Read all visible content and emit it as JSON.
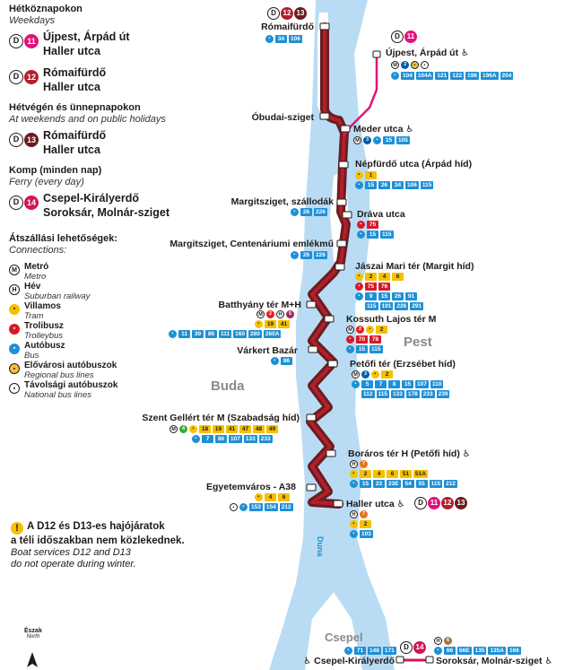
{
  "legend": {
    "weekdays_hu": "Hétköznapokon",
    "weekdays_en": "Weekdays",
    "weekend_hu": "Hétvégén és ünnepnapokon",
    "weekend_en": "At weekends and on public holidays",
    "ferry_hu": "Komp (minden nap)",
    "ferry_en": "Ferry (every day)",
    "d_letter": "D",
    "s11_num": "11",
    "s11_l1": "Újpest, Árpád út",
    "s11_l2": "Haller utca",
    "s12_num": "12",
    "s12_l1": "Rómaifürdő",
    "s12_l2": "Haller utca",
    "s13_num": "13",
    "s13_l1": "Rómaifürdő",
    "s13_l2": "Haller utca",
    "s14_num": "14",
    "s14_l1": "Csepel-Királyerdő",
    "s14_l2": "Soroksár, Molnár-sziget",
    "conn_hu": "Átszállási lehetőségek:",
    "conn_en": "Connections:",
    "metro_hu": "Metró",
    "metro_en": "Metro",
    "metro_icon": "M",
    "hev_hu": "Hév",
    "hev_en": "Suburban railway",
    "hev_icon": "H",
    "tram_hu": "Villamos",
    "tram_en": "Tram",
    "troll_hu": "Trolibusz",
    "troll_en": "Trolleybus",
    "bus_hu": "Autóbusz",
    "bus_en": "Bus",
    "reg_hu": "Elővárosi autóbuszok",
    "reg_en": "Regional bus lines",
    "nat_hu": "Távolsági autóbuszok",
    "nat_en": "National bus lines"
  },
  "note": {
    "icon": "!",
    "l1": "A D12 és D13-es hajójáratok",
    "l2": "a téli időszakban nem közlekednek.",
    "e1": "Boat services D12 and D13",
    "e2": "do not operate during winter."
  },
  "areas": {
    "buda": "Buda",
    "pest": "Pest",
    "csepel": "Csepel",
    "duna": "Duna"
  },
  "north": {
    "hu": "Észak",
    "en": "North"
  },
  "accessible": "♿",
  "stops": {
    "romaifurdo": {
      "name": "Rómaifürdő",
      "bus": [
        "34",
        "106"
      ]
    },
    "ujpest": {
      "name": "Újpest, Árpád út",
      "bus": [
        "104",
        "104A",
        "121",
        "122",
        "196",
        "196A",
        "204"
      ]
    },
    "obudai": {
      "name": "Óbudai-sziget"
    },
    "meder": {
      "name": "Meder utca",
      "bus": [
        "15",
        "105"
      ]
    },
    "nepfurdo": {
      "name": "Népfürdő utca (Árpád híd)",
      "tram": [
        "1"
      ],
      "bus": [
        "15",
        "26",
        "34",
        "106",
        "115"
      ]
    },
    "margitsziget": {
      "name": "Margitsziget, szállodák",
      "bus": [
        "26",
        "226"
      ]
    },
    "drava": {
      "name": "Dráva utca",
      "troll": [
        "75"
      ],
      "bus": [
        "15",
        "115"
      ]
    },
    "centenarium": {
      "name": "Margitsziget, Centenáriumi emlékmű",
      "bus": [
        "26",
        "226"
      ]
    },
    "jaszai": {
      "name": "Jászai Mari tér (Margit híd)",
      "tram": [
        "2",
        "4",
        "6"
      ],
      "troll": [
        "75",
        "76"
      ],
      "bus": [
        "9",
        "15",
        "26",
        "91",
        "115",
        "191",
        "226",
        "291"
      ]
    },
    "batthyany": {
      "name": "Batthyány tér M+H",
      "tram": [
        "19",
        "41"
      ],
      "bus": [
        "11",
        "39",
        "86",
        "111",
        "160",
        "260",
        "260A"
      ]
    },
    "kossuth": {
      "name": "Kossuth Lajos tér M",
      "tram": [
        "2"
      ],
      "troll": [
        "70",
        "78"
      ],
      "bus": [
        "15",
        "115"
      ]
    },
    "varkert": {
      "name": "Várkert Bazár",
      "bus": [
        "86"
      ]
    },
    "petofi": {
      "name": "Petőfi tér (Erzsébet híd)",
      "tram": [
        "2"
      ],
      "bus": [
        "5",
        "7",
        "8",
        "15",
        "107",
        "110",
        "112",
        "115",
        "133",
        "178",
        "233",
        "239"
      ]
    },
    "gellert": {
      "name": "Szent Gellért tér M (Szabadság híd)",
      "tram": [
        "18",
        "19",
        "41",
        "47",
        "48",
        "49"
      ],
      "bus": [
        "7",
        "86",
        "107",
        "133",
        "233"
      ]
    },
    "boraros": {
      "name": "Boráros tér H (Petőfi híd)",
      "tram": [
        "2",
        "4",
        "6"
      ],
      "bus": [
        "15",
        "23",
        "23E",
        "54",
        "55",
        "115",
        "212"
      ]
    },
    "boraros_tram2": [
      "51",
      "51A"
    ],
    "egyetemvaros": {
      "name": "Egyetemváros - A38",
      "tram": [
        "4",
        "6"
      ],
      "bus": [
        "153",
        "154",
        "212"
      ]
    },
    "haller": {
      "name": "Haller utca",
      "tram": [
        "2"
      ],
      "bus": [
        "103"
      ]
    },
    "csepel": {
      "name": "Csepel-Királyerdő",
      "bus": [
        "71",
        "148",
        "171"
      ]
    },
    "soroksar": {
      "name": "Soroksár, Molnár-sziget",
      "bus": [
        "66",
        "66E",
        "135",
        "135A",
        "166"
      ]
    }
  },
  "colors": {
    "river": "#b9dcf4",
    "route11": "#e2127a",
    "route12": "#b31f2e",
    "route13": "#6b1d1d",
    "route14": "#d4145a",
    "bus": "#1e90d6",
    "tram": "#f6c000",
    "troll": "#d7182a"
  }
}
